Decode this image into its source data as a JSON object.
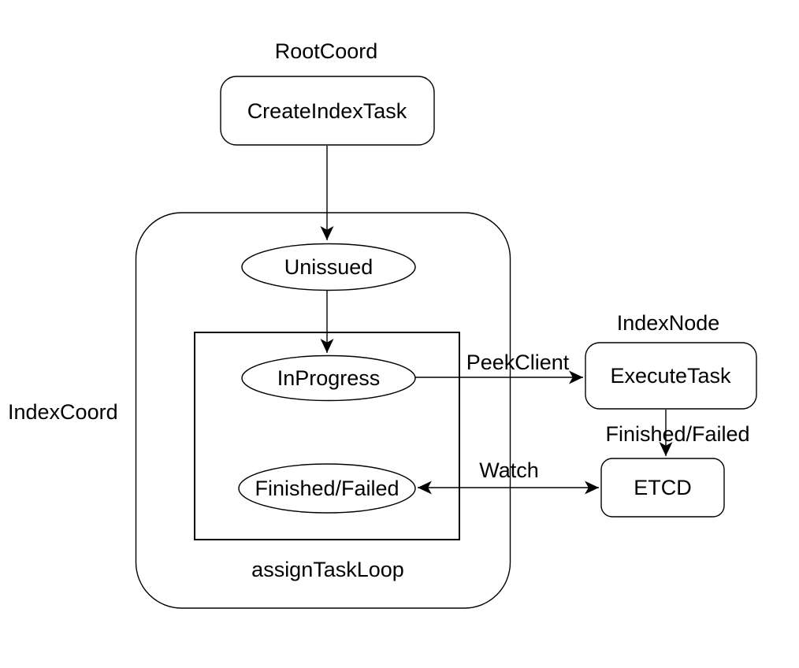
{
  "colors": {
    "background": "#ffffff",
    "stroke": "#000000",
    "text": "#000000"
  },
  "groups": {
    "root_coord": {
      "label": "RootCoord"
    },
    "index_node": {
      "label": "IndexNode"
    }
  },
  "containers": {
    "index_coord": {
      "label": "IndexCoord"
    },
    "assign_task_loop": {
      "label": "assignTaskLoop"
    }
  },
  "nodes": {
    "create_index_task": {
      "label": "CreateIndexTask",
      "shape": "rounded-rect"
    },
    "unissued": {
      "label": "Unissued",
      "shape": "ellipse"
    },
    "in_progress": {
      "label": "InProgress",
      "shape": "ellipse"
    },
    "finished_failed": {
      "label": "Finished/Failed",
      "shape": "ellipse"
    },
    "execute_task": {
      "label": "ExecuteTask",
      "shape": "rounded-rect"
    },
    "etcd": {
      "label": "ETCD",
      "shape": "rounded-rect"
    }
  },
  "edges": {
    "create_to_unissued": {
      "label": "",
      "from": "CreateIndexTask",
      "to": "Unissued"
    },
    "unissued_to_inprogress": {
      "label": "",
      "from": "Unissued",
      "to": "InProgress"
    },
    "peek_client": {
      "label": "PeekClient",
      "from": "InProgress",
      "to": "ExecuteTask"
    },
    "finished_failed": {
      "label": "Finished/Failed",
      "from": "ExecuteTask",
      "to": "ETCD"
    },
    "watch": {
      "label": "Watch",
      "from": "Finished/Failed",
      "to": "ETCD",
      "bidirectional": true
    }
  }
}
